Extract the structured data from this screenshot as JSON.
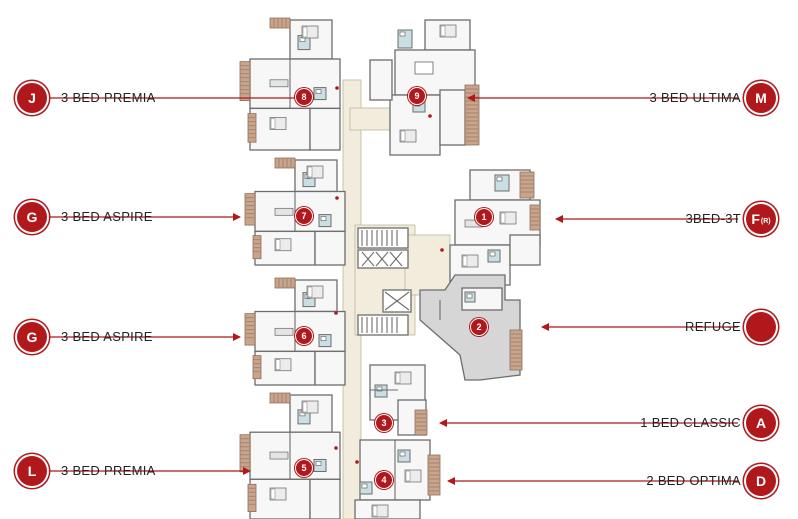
{
  "unit_types": [
    {
      "label": "3 BED PREMIA",
      "badge": "J"
    },
    {
      "label": "3 BED ULTIMA",
      "badge": "M"
    },
    {
      "label": "3 BED ASPIRE",
      "badge": "G"
    },
    {
      "label": "3BED-3T",
      "badge": "F",
      "badge_sub": "(R)"
    },
    {
      "label": "3 BED ASPIRE",
      "badge": "G"
    },
    {
      "label": "REFUGE",
      "badge": ""
    },
    {
      "label": "1 BED CLASSIC",
      "badge": "A"
    },
    {
      "label": "3 BED PREMIA",
      "badge": "L"
    },
    {
      "label": "2 BED OPTIMA",
      "badge": "D"
    }
  ],
  "unit_numbers": [
    "1",
    "2",
    "3",
    "4",
    "5",
    "6",
    "7",
    "8",
    "9"
  ],
  "colors": {
    "accent": "#b0181c",
    "wall": "#6d6d6d",
    "room_fill": "#f7f7f7",
    "corridor": "#f1ecdc",
    "balcony": "#c8a48a",
    "bath": "#c9dfe3",
    "text": "#222222"
  }
}
